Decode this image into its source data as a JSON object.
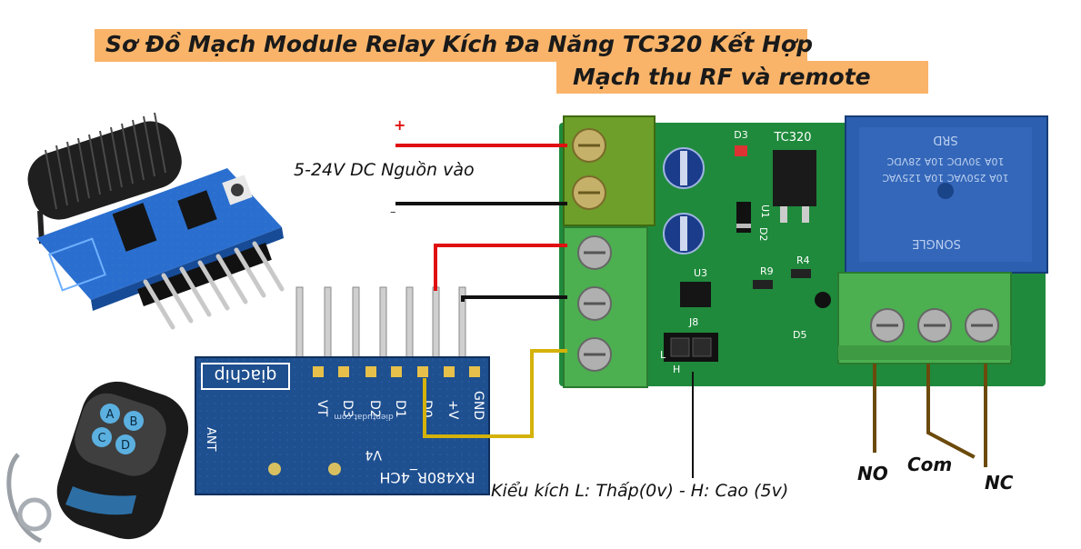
{
  "title": {
    "line1": "Sơ Đồ Mạch Module Relay Kích Đa Năng TC320 Kết Hợp",
    "line2": "Mạch thu RF và remote"
  },
  "labels": {
    "plus": "+",
    "minus": "–",
    "power": "5-24V DC  Nguồn vào",
    "trigger_mode": "Kiểu kích L: Thấp(0v) - H: Cao (5v)",
    "no": "NO",
    "com": "Com",
    "nc": "NC"
  },
  "receiver_board": {
    "brand": "qiachip",
    "pins": [
      "VT",
      "D3",
      "D2",
      "D1",
      "D0",
      "+V",
      "GND"
    ],
    "website": "dientudat.com",
    "ant": "ANT",
    "version": "V4",
    "model": "RX480R_4CH"
  },
  "relay_board": {
    "chip": "TC320",
    "parts": [
      "D3",
      "U1",
      "D2",
      "U3",
      "R9",
      "R4",
      "J8",
      "D5"
    ],
    "jumper": [
      "L",
      "H"
    ],
    "relay_lines": [
      "SRD",
      "10A 30VDC 10A 28VDC",
      "10A 250VAC 10A 125VAC",
      "SONGLE"
    ]
  },
  "remote": {
    "buttons": [
      "A",
      "B",
      "C",
      "D"
    ]
  },
  "colors": {
    "title_band": "#f9b46a",
    "pcb_green": "#1f8a3c",
    "terminal_green": "#4caf50",
    "receiver_blue": "#1e4f8f",
    "relay_blue": "#2c5fb0",
    "wire_red": "#e01010",
    "wire_black": "#111111",
    "wire_yellow": "#d4b20a",
    "lead_brown": "#6b4a0c"
  }
}
